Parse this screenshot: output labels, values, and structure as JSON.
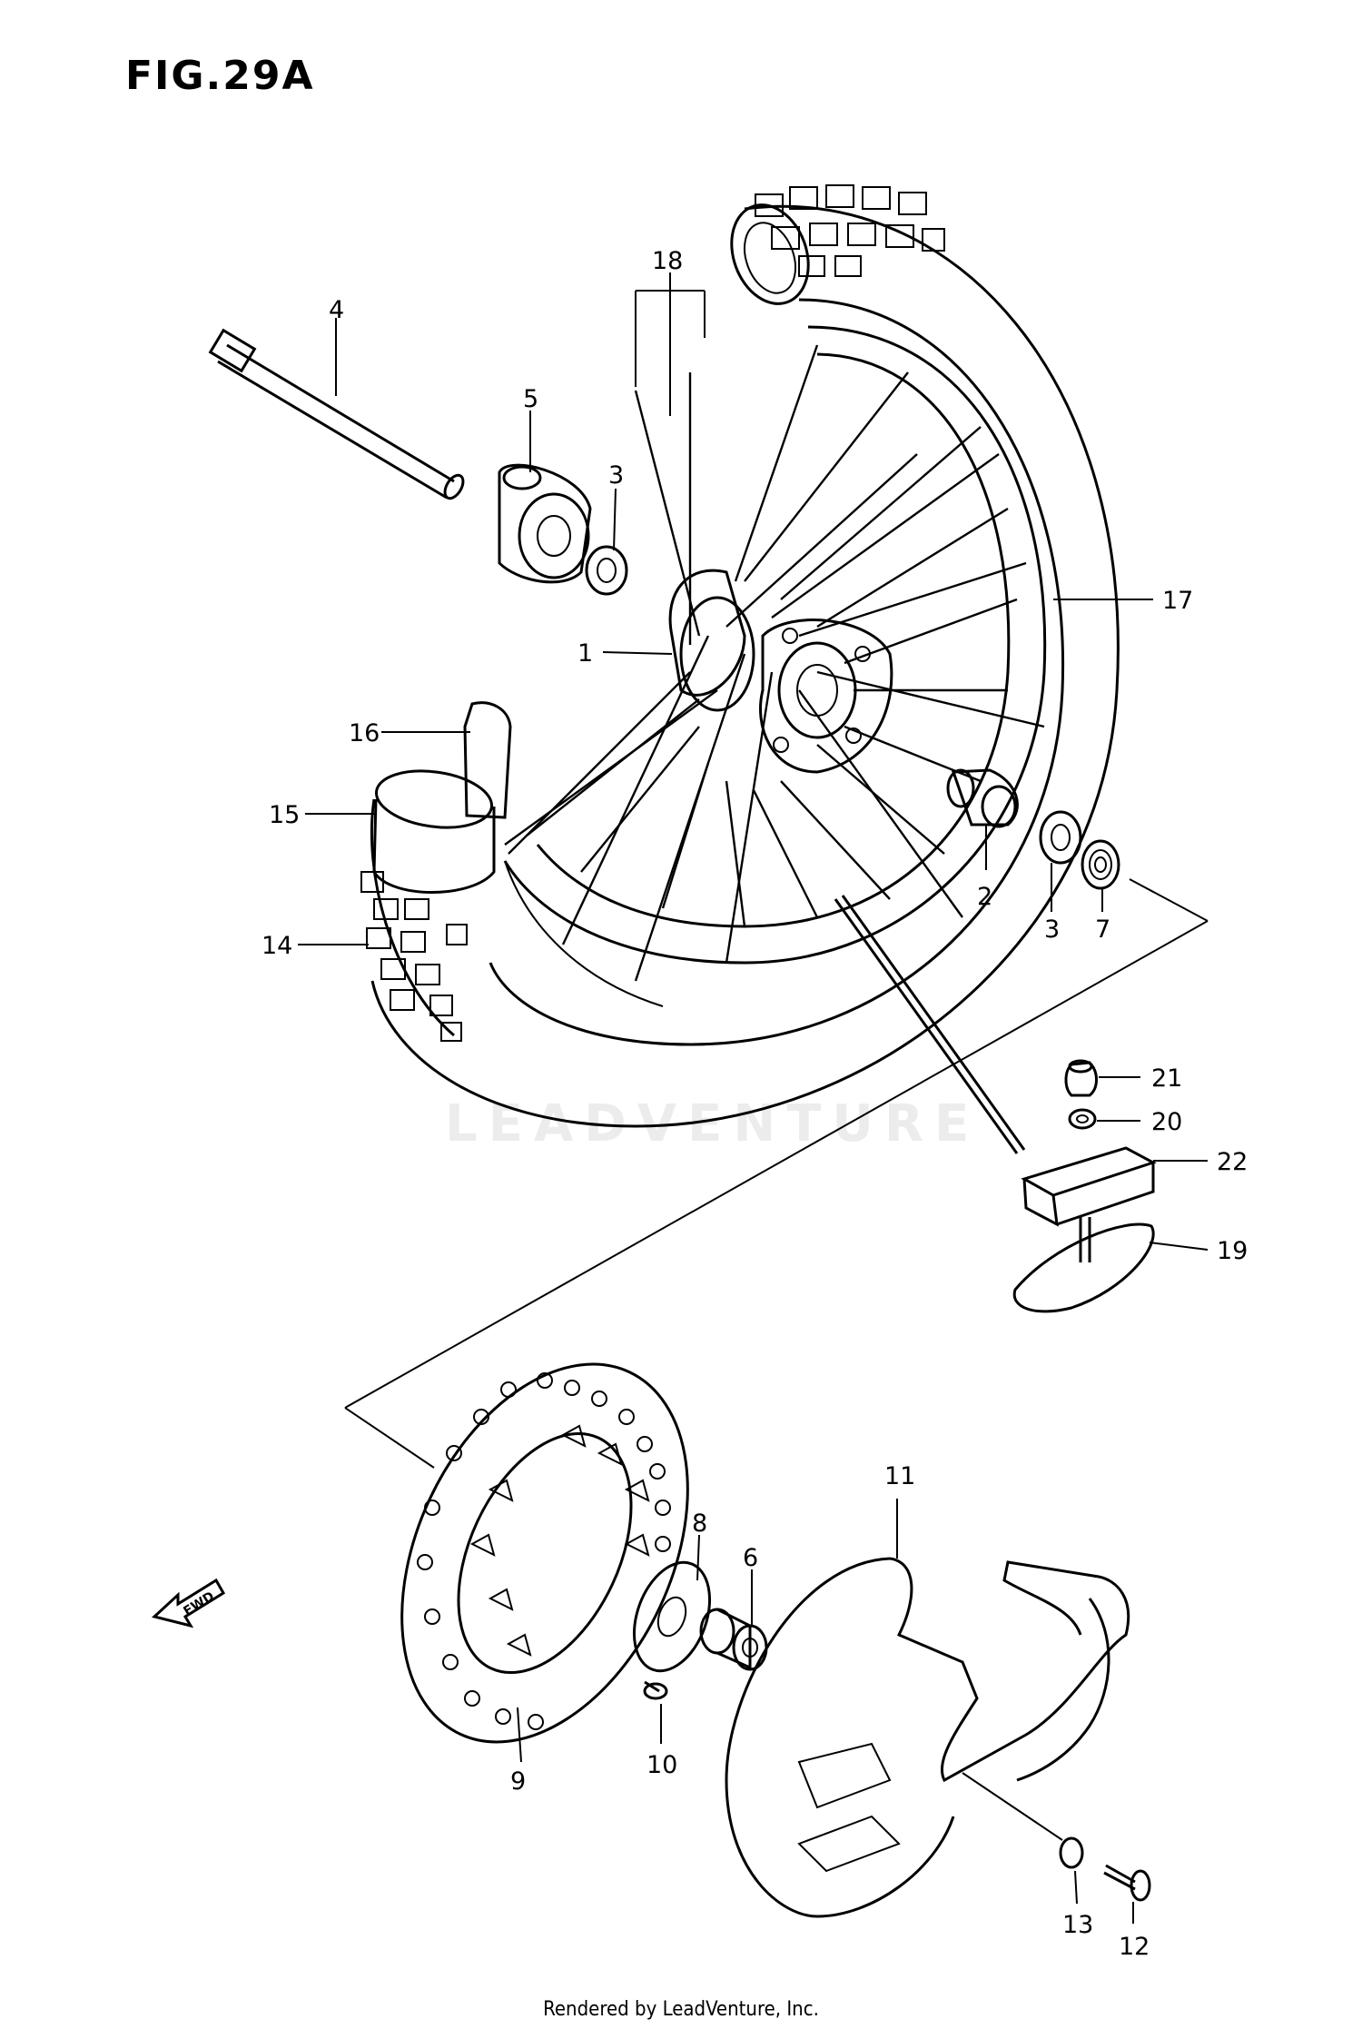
{
  "figure": {
    "title": "FIG.29A",
    "footer": "Rendered by LeadVenture, Inc.",
    "watermark": "LEADVENTURE",
    "fwd_label": "FWD"
  },
  "callouts": [
    {
      "id": "c1",
      "label": "1"
    },
    {
      "id": "c2",
      "label": "2"
    },
    {
      "id": "c3a",
      "label": "3"
    },
    {
      "id": "c3b",
      "label": "3"
    },
    {
      "id": "c4",
      "label": "4"
    },
    {
      "id": "c5",
      "label": "5"
    },
    {
      "id": "c6",
      "label": "6"
    },
    {
      "id": "c7",
      "label": "7"
    },
    {
      "id": "c8",
      "label": "8"
    },
    {
      "id": "c9",
      "label": "9"
    },
    {
      "id": "c10",
      "label": "10"
    },
    {
      "id": "c11",
      "label": "11"
    },
    {
      "id": "c12",
      "label": "12"
    },
    {
      "id": "c13",
      "label": "13"
    },
    {
      "id": "c14",
      "label": "14"
    },
    {
      "id": "c15",
      "label": "15"
    },
    {
      "id": "c16",
      "label": "16"
    },
    {
      "id": "c17",
      "label": "17"
    },
    {
      "id": "c18",
      "label": "18"
    },
    {
      "id": "c19",
      "label": "19"
    },
    {
      "id": "c20",
      "label": "20"
    },
    {
      "id": "c21",
      "label": "21"
    },
    {
      "id": "c22",
      "label": "22"
    }
  ]
}
